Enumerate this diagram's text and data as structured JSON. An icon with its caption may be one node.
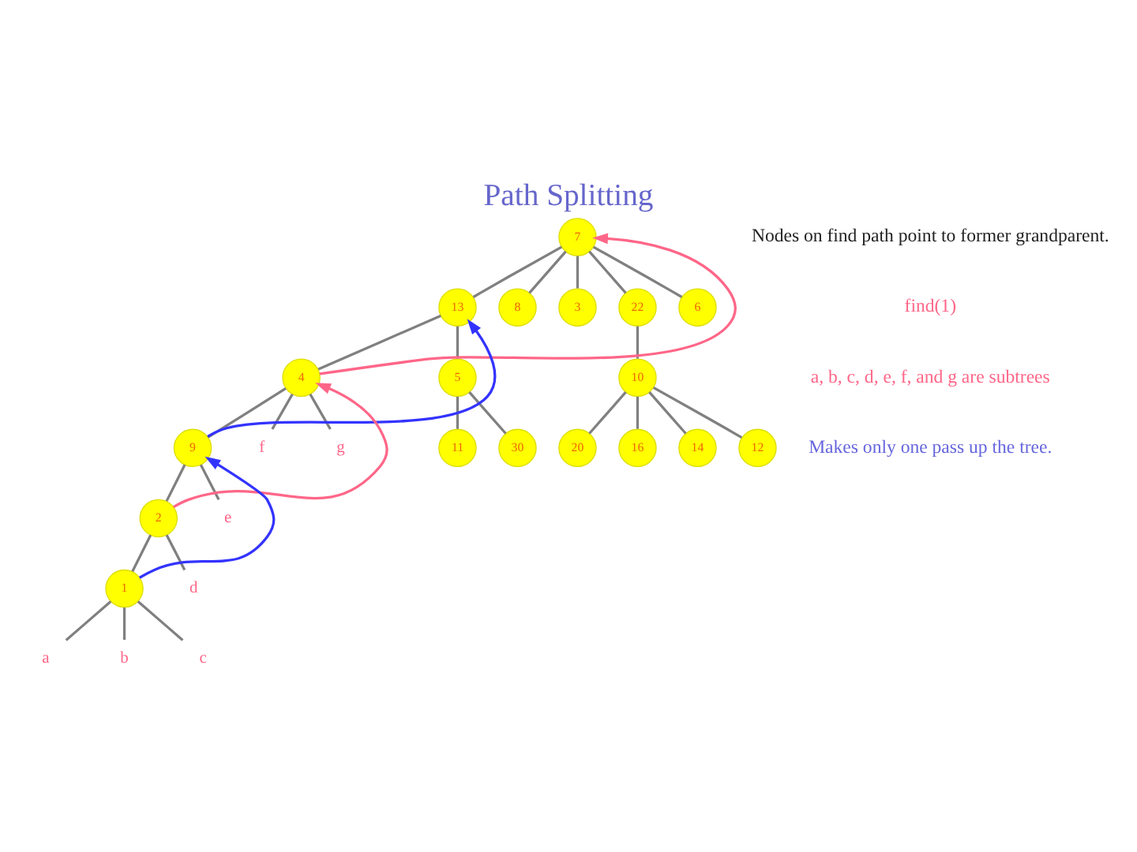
{
  "diagram": {
    "title": "Path Splitting",
    "nodes": [
      {
        "text": [
          "7"
        ]
      },
      {
        "text": [
          "13"
        ]
      },
      {
        "text": [
          "8"
        ]
      },
      {
        "text": [
          "3"
        ]
      },
      {
        "text": [
          "22"
        ]
      },
      {
        "text": [
          "6"
        ]
      },
      {
        "text": [
          "4"
        ]
      },
      {
        "text": [
          "5"
        ]
      },
      {
        "text": [
          "9"
        ]
      },
      {
        "text": [
          "f"
        ]
      },
      {
        "text": [
          "g"
        ]
      },
      {
        "text": [
          "11"
        ]
      },
      {
        "text": [
          "30"
        ]
      },
      {
        "text": [
          "10"
        ]
      },
      {
        "text": [
          "2"
        ]
      },
      {
        "text": [
          "e"
        ]
      },
      {
        "text": [
          "1"
        ]
      },
      {
        "text": [
          "d"
        ]
      },
      {
        "text": [
          "20"
        ]
      },
      {
        "text": [
          "16"
        ]
      },
      {
        "text": [
          "14"
        ]
      },
      {
        "text": [
          "12"
        ]
      },
      {
        "text": [
          "a"
        ]
      },
      {
        "text": [
          "b"
        ]
      },
      {
        "text": [
          "c"
        ]
      }
    ],
    "edges": [
      {
        "from": 0,
        "to": 1,
        "arrow": "none"
      },
      {
        "from": 0,
        "to": 2,
        "arrow": "none"
      },
      {
        "from": 0,
        "to": 3,
        "arrow": "none"
      },
      {
        "from": 0,
        "to": 4,
        "arrow": "none"
      },
      {
        "from": 0,
        "to": 5,
        "arrow": "none"
      },
      {
        "from": 1,
        "to": 6,
        "arrow": "none"
      },
      {
        "from": 1,
        "to": 7,
        "arrow": "none"
      },
      {
        "from": 6,
        "to": 8,
        "arrow": "none"
      },
      {
        "from": 6,
        "to": 9,
        "arrow": "none"
      },
      {
        "from": 6,
        "to": 10,
        "arrow": "none"
      },
      {
        "from": 7,
        "to": 11,
        "arrow": "none"
      },
      {
        "from": 7,
        "to": 12,
        "arrow": "none"
      },
      {
        "from": 4,
        "to": 13,
        "arrow": "none"
      },
      {
        "from": 8,
        "to": 14,
        "arrow": "none"
      },
      {
        "from": 8,
        "to": 15,
        "arrow": "none"
      },
      {
        "from": 14,
        "to": 16,
        "arrow": "none"
      },
      {
        "from": 14,
        "to": 17,
        "arrow": "none"
      },
      {
        "from": 13,
        "to": 18,
        "arrow": "none"
      },
      {
        "from": 13,
        "to": 19,
        "arrow": "none"
      },
      {
        "from": 13,
        "to": 20,
        "arrow": "none"
      },
      {
        "from": 13,
        "to": 21,
        "arrow": "none"
      },
      {
        "from": 16,
        "to": 22,
        "arrow": "none"
      },
      {
        "from": 16,
        "to": 23,
        "arrow": "none"
      },
      {
        "from": 16,
        "to": 24,
        "arrow": "none"
      },
      {
        "from": 16,
        "to": 8,
        "arrow": "to",
        "color": "#3333ff"
      },
      {
        "from": 8,
        "to": 1,
        "arrow": "to",
        "color": "#3333ff"
      },
      {
        "from": 14,
        "to": 6,
        "arrow": "to",
        "color": "#ff6688"
      },
      {
        "from": 6,
        "to": 0,
        "arrow": "to",
        "color": "#ff6688"
      }
    ],
    "labels": [
      "Nodes on find path point to former grandparent.",
      "find(1)",
      "a, b, c, d, e, f, and g are subtrees",
      "Makes only one pass up the tree."
    ]
  }
}
